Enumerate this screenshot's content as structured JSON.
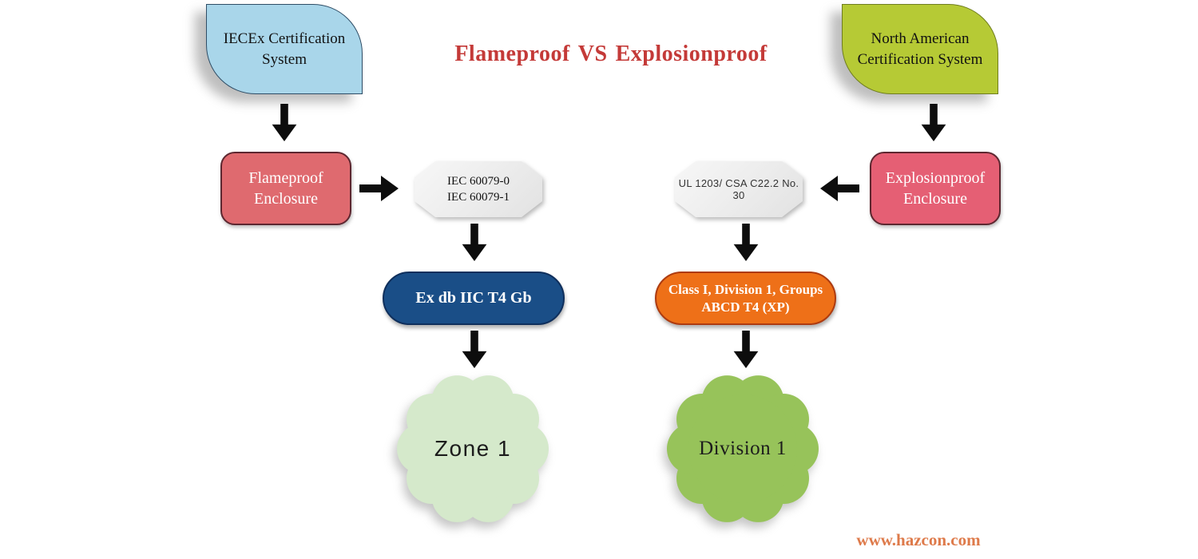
{
  "title": {
    "left": "Flameproof",
    "vs": "VS",
    "right": "Explosionproof",
    "color": "#c43a38"
  },
  "footer": {
    "website": "www.hazcon.com",
    "color": "#de7a4a"
  },
  "left_flow": {
    "source": "IECEx Certification System",
    "enclosure": "Flameproof Enclosure",
    "standard_line1": "IEC 60079-0",
    "standard_line2": "IEC 60079-1",
    "marking": "Ex db IIC T4 Gb",
    "area": "Zone 1"
  },
  "right_flow": {
    "source": "North American Certification System",
    "enclosure": "Explosionproof Enclosure",
    "standard": "UL 1203/ CSA C22.2 No. 30",
    "marking": "Class I, Division 1, Groups ABCD T4 (XP)",
    "area": "Division 1"
  },
  "colors": {
    "source_blue": "#a9d6ea",
    "source_green": "#b6ca35",
    "enclosure_red": "#df6a6f",
    "enclosure_pink": "#e55f74",
    "standard_gray": "#ececec",
    "marking_blue": "#1a4e87",
    "marking_orange": "#ee7018",
    "zone_green_light": "#d5e9cb",
    "division_green": "#97c35a",
    "arrow_black": "#0d0d0d"
  }
}
